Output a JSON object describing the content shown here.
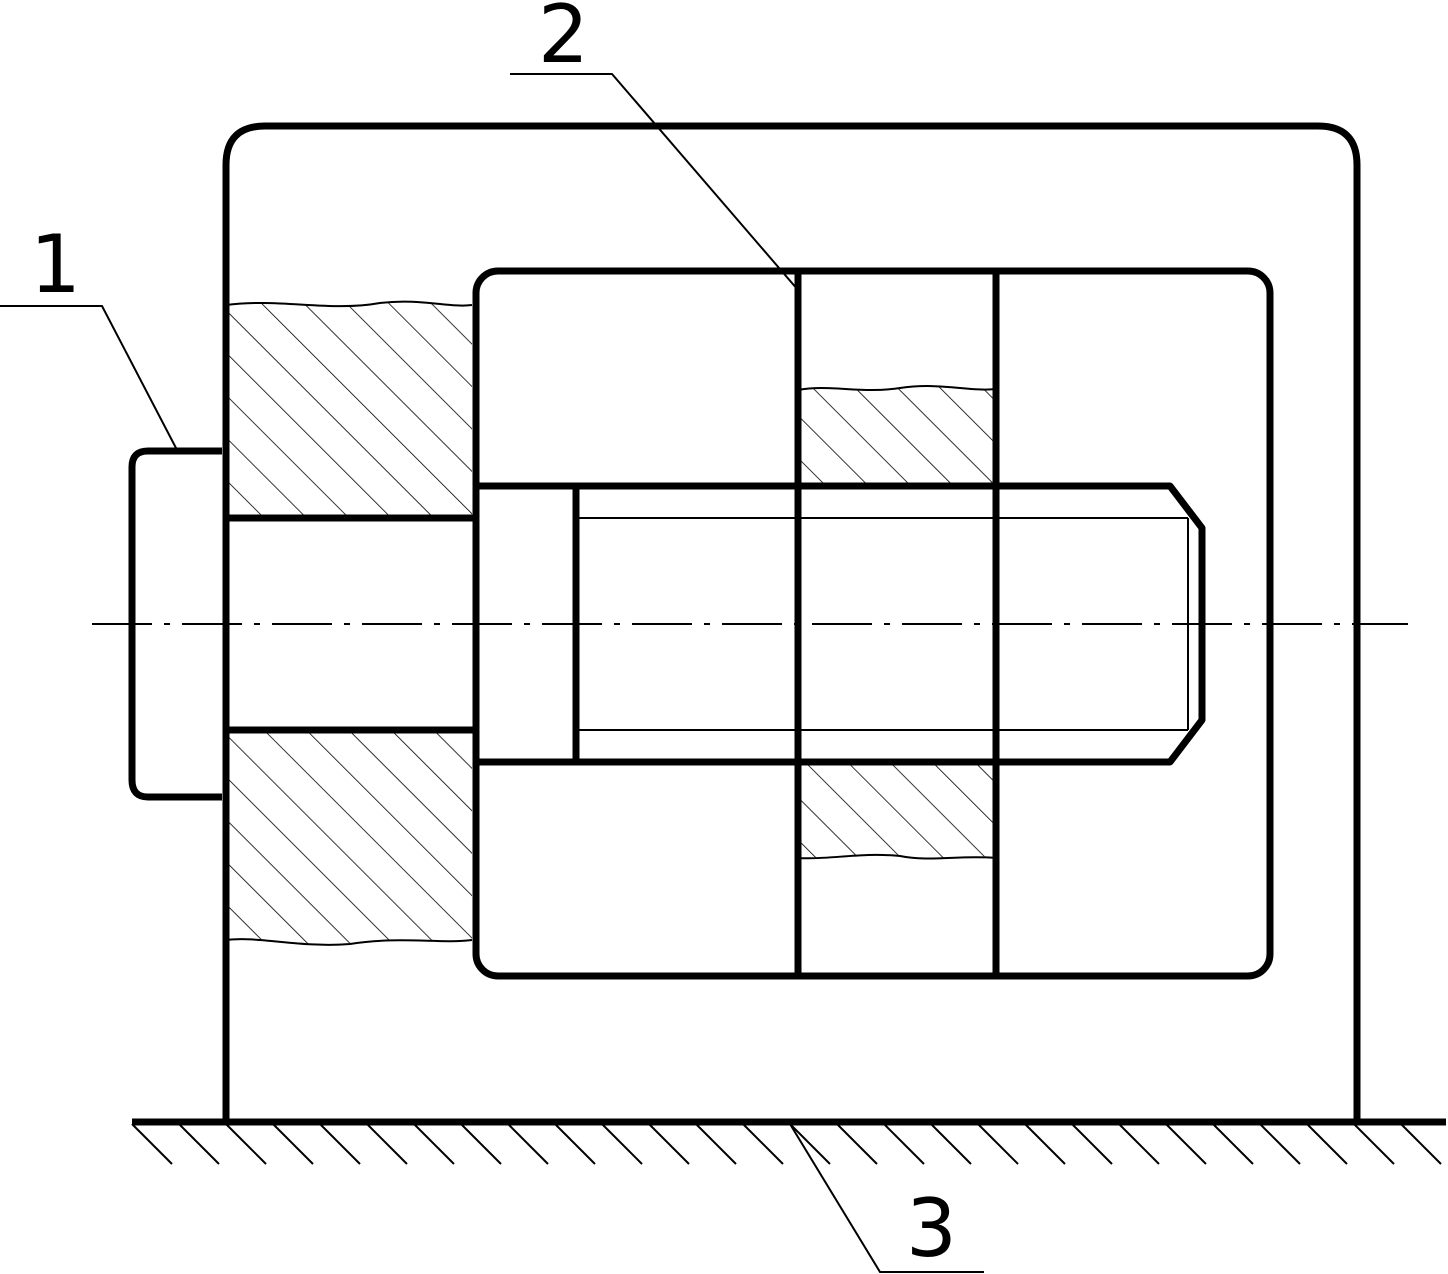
{
  "callouts": [
    {
      "id": "1",
      "text": "1"
    },
    {
      "id": "2",
      "text": "2"
    },
    {
      "id": "3",
      "text": "3"
    }
  ],
  "colors": {
    "line": "#000000",
    "background": "#ffffff"
  }
}
